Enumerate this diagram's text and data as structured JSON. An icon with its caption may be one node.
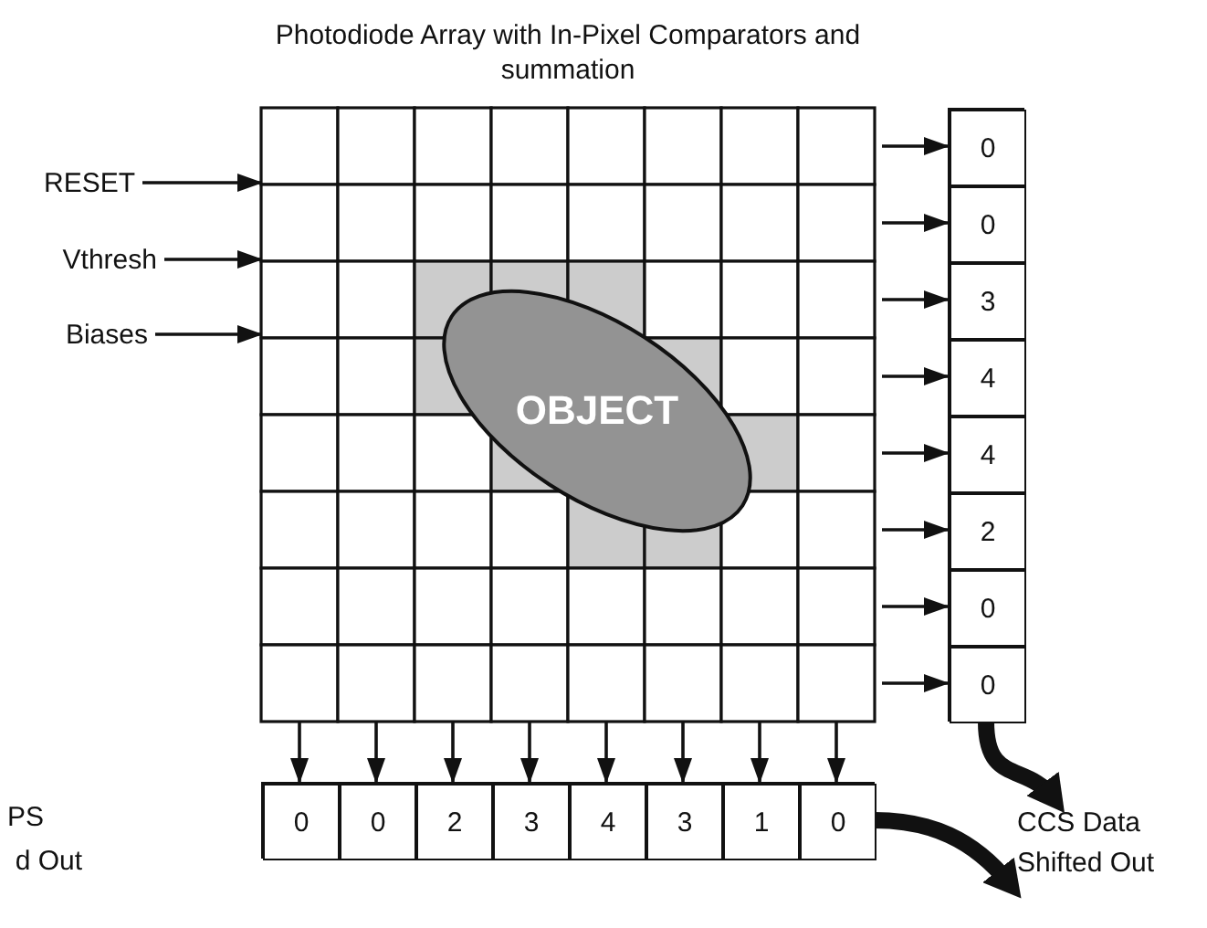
{
  "diagram": {
    "nodes": [
      {
        "text": [
          "Photodiode Array with In-Pixel Comparators and summation"
        ]
      },
      {
        "text": [
          "OBJECT"
        ],
        "in": 0
      },
      {
        "text": [
          "RESET"
        ]
      },
      {
        "text": [
          "Vthresh"
        ]
      },
      {
        "text": [
          "Biases"
        ]
      },
      {
        "text": [],
        "shape": "box"
      },
      {
        "text": [
          "0"
        ],
        "in": 5
      },
      {
        "text": [
          "0"
        ],
        "in": 5
      },
      {
        "text": [
          "3"
        ],
        "in": 5
      },
      {
        "text": [
          "4"
        ],
        "in": 5
      },
      {
        "text": [
          "4"
        ],
        "in": 5
      },
      {
        "text": [
          "2"
        ],
        "in": 5
      },
      {
        "text": [
          "0"
        ],
        "in": 5
      },
      {
        "text": [
          "0"
        ],
        "in": 5
      },
      {
        "text": [],
        "shape": "box"
      },
      {
        "text": [
          "0"
        ],
        "in": 14
      },
      {
        "text": [
          "0"
        ],
        "in": 14
      },
      {
        "text": [
          "2"
        ],
        "in": 14
      },
      {
        "text": [
          "3"
        ],
        "in": 14
      },
      {
        "text": [
          "4"
        ],
        "in": 14
      },
      {
        "text": [
          "3"
        ],
        "in": 14
      },
      {
        "text": [
          "1"
        ],
        "in": 14
      },
      {
        "text": [
          "0"
        ],
        "in": 14
      },
      {
        "text": [
          "CCS Data Shifted Out"
        ]
      }
    ],
    "edges": [
      {
        "from": 2,
        "to": 0,
        "arrow": "to"
      },
      {
        "from": 3,
        "to": 0,
        "arrow": "to"
      },
      {
        "from": 4,
        "to": 0,
        "arrow": "to"
      },
      {
        "from": 0,
        "to": 6,
        "arrow": "to"
      },
      {
        "from": 0,
        "to": 7,
        "arrow": "to"
      },
      {
        "from": 0,
        "to": 8,
        "arrow": "to"
      },
      {
        "from": 0,
        "to": 9,
        "arrow": "to"
      },
      {
        "from": 0,
        "to": 10,
        "arrow": "to"
      },
      {
        "from": 0,
        "to": 11,
        "arrow": "to"
      },
      {
        "from": 0,
        "to": 12,
        "arrow": "to"
      },
      {
        "from": 0,
        "to": 13,
        "arrow": "to"
      },
      {
        "from": 0,
        "to": 15,
        "arrow": "to"
      },
      {
        "from": 0,
        "to": 16,
        "arrow": "to"
      },
      {
        "from": 0,
        "to": 17,
        "arrow": "to"
      },
      {
        "from": 0,
        "to": 18,
        "arrow": "to"
      },
      {
        "from": 0,
        "to": 19,
        "arrow": "to"
      },
      {
        "from": 0,
        "to": 20,
        "arrow": "to"
      },
      {
        "from": 0,
        "to": 21,
        "arrow": "to"
      },
      {
        "from": 0,
        "to": 22,
        "arrow": "to"
      },
      {
        "from": 5,
        "to": 23,
        "arrow": "to",
        "style": "thick"
      },
      {
        "from": 14,
        "to": 23,
        "arrow": "to",
        "style": "thick"
      }
    ],
    "labels": [
      "PS",
      "d Out"
    ]
  }
}
